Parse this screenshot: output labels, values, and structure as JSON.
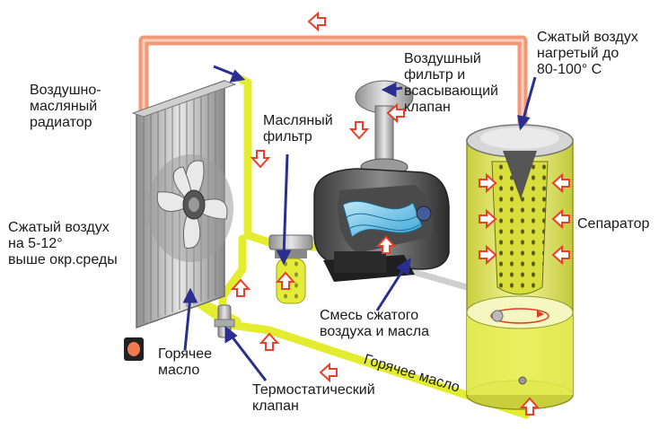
{
  "labels": {
    "radiator": [
      "Воздушно-",
      "масляный",
      "радиатор"
    ],
    "cool_air": [
      "Сжатый воздух",
      "на 5-12°",
      "выше окр.среды"
    ],
    "hot_oil_left": [
      "Горячее",
      "масло"
    ],
    "thermo_valve": [
      "Термостатический",
      "клапан"
    ],
    "oil_filter": [
      "Масляный",
      "фильтр"
    ],
    "air_filter": [
      "Воздушный",
      "фильтр и",
      "всасывающий",
      "клапан"
    ],
    "hot_air": [
      "Сжатый воздух",
      "нагретый до",
      "80-100° С"
    ],
    "separator": "Сепаратор",
    "mix": [
      "Смесь сжатого",
      "воздуха и масла"
    ],
    "hot_oil_pipe": "Горячее масло"
  },
  "colors": {
    "hot_air_pipe": "#f4a080",
    "oil_pipe": "#e6ef3a",
    "arrow_outline": "#e8402a",
    "pointer": "#2a2f8f",
    "separator_body": "#e9ef7a",
    "metal": "#b9b9b9"
  }
}
